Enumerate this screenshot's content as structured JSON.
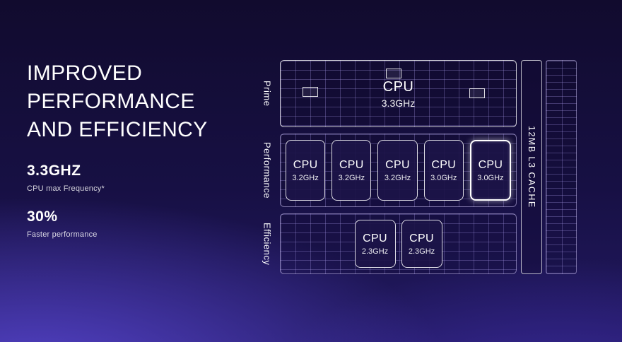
{
  "left": {
    "title_lines": [
      "IMPROVED",
      "PERFORMANCE",
      "AND EFFICIENCY"
    ],
    "stats": [
      {
        "value": "3.3GHZ",
        "label": "CPU max Frequency*"
      },
      {
        "value": "30%",
        "label": "Faster performance"
      }
    ]
  },
  "diagram": {
    "rows": [
      {
        "label": "Prime",
        "cores": [
          {
            "name": "CPU",
            "freq": "3.3GHz"
          }
        ]
      },
      {
        "label": "Performance",
        "cores": [
          {
            "name": "CPU",
            "freq": "3.2GHz",
            "highlighted": false
          },
          {
            "name": "CPU",
            "freq": "3.2GHz",
            "highlighted": false
          },
          {
            "name": "CPU",
            "freq": "3.2GHz",
            "highlighted": false
          },
          {
            "name": "CPU",
            "freq": "3.0GHz",
            "highlighted": false
          },
          {
            "name": "CPU",
            "freq": "3.0GHz",
            "highlighted": true
          }
        ]
      },
      {
        "label": "Efficiency",
        "cores": [
          {
            "name": "CPU",
            "freq": "2.3GHz"
          },
          {
            "name": "CPU",
            "freq": "2.3GHz"
          }
        ]
      }
    ],
    "cache_label": "12MB L3 CACHE"
  },
  "colors": {
    "background_top": "#110b2e",
    "background_bottom_left": "#5342c6",
    "grid_line": "#a696e6",
    "core_border": "#ffffff"
  }
}
